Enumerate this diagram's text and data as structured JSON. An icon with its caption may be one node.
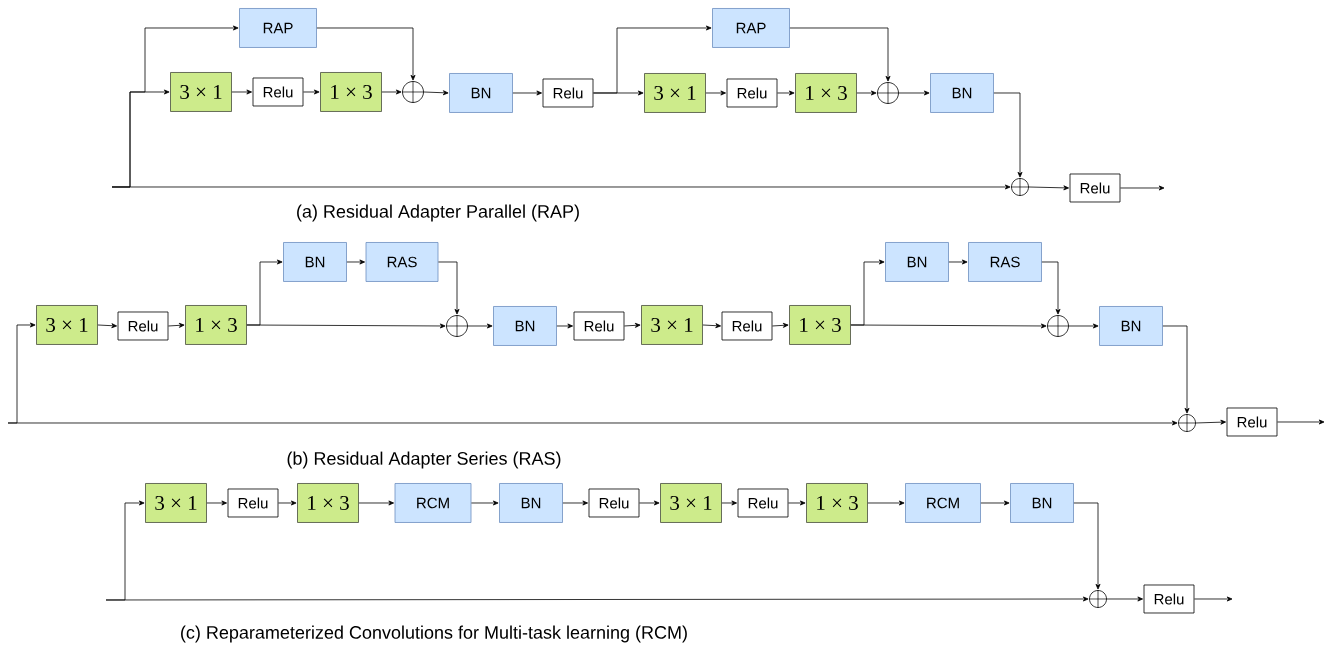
{
  "diagram": {
    "nodes": [
      {
        "text": [
          "RAP"
        ]
      },
      {
        "text": [
          "3 × 1"
        ]
      },
      {
        "text": [
          "Relu"
        ]
      },
      {
        "text": [
          "1 × 3"
        ]
      },
      {
        "text": [],
        "shape": "circle"
      },
      {
        "text": [
          "BN"
        ]
      },
      {
        "text": [
          "Relu"
        ]
      },
      {
        "text": [
          "RAP"
        ]
      },
      {
        "text": [
          "3 × 1"
        ]
      },
      {
        "text": [
          "Relu"
        ]
      },
      {
        "text": [
          "1 × 3"
        ]
      },
      {
        "text": [],
        "shape": "circle"
      },
      {
        "text": [
          "BN"
        ]
      },
      {
        "text": [],
        "shape": "circle"
      },
      {
        "text": [
          "Relu"
        ]
      },
      {
        "text": [
          "3 × 1"
        ]
      },
      {
        "text": [
          "Relu"
        ]
      },
      {
        "text": [
          "1 × 3"
        ]
      },
      {
        "text": [
          "BN"
        ]
      },
      {
        "text": [
          "RAS"
        ]
      },
      {
        "text": [],
        "shape": "circle"
      },
      {
        "text": [
          "BN"
        ]
      },
      {
        "text": [
          "Relu"
        ]
      },
      {
        "text": [
          "3 × 1"
        ]
      },
      {
        "text": [
          "Relu"
        ]
      },
      {
        "text": [
          "1 × 3"
        ]
      },
      {
        "text": [
          "BN"
        ]
      },
      {
        "text": [
          "RAS"
        ]
      },
      {
        "text": [],
        "shape": "circle"
      },
      {
        "text": [
          "BN"
        ]
      },
      {
        "text": [],
        "shape": "circle"
      },
      {
        "text": [
          "Relu"
        ]
      },
      {
        "text": [
          "3 × 1"
        ]
      },
      {
        "text": [
          "Relu"
        ]
      },
      {
        "text": [
          "1 × 3"
        ]
      },
      {
        "text": [
          "RCM"
        ]
      },
      {
        "text": [
          "BN"
        ]
      },
      {
        "text": [
          "Relu"
        ]
      },
      {
        "text": [
          "3 × 1"
        ]
      },
      {
        "text": [
          "Relu"
        ]
      },
      {
        "text": [
          "1 × 3"
        ]
      },
      {
        "text": [
          "RCM"
        ]
      },
      {
        "text": [
          "BN"
        ]
      },
      {
        "text": [],
        "shape": "circle"
      },
      {
        "text": [
          "Relu"
        ]
      }
    ],
    "edges": [
      {
        "from": null,
        "to": 1,
        "arrow": "to"
      },
      {
        "from": null,
        "to": 0,
        "arrow": "to"
      },
      {
        "from": null,
        "to": 13,
        "arrow": "to"
      },
      {
        "from": 1,
        "to": 2,
        "arrow": "to"
      },
      {
        "from": 2,
        "to": 3,
        "arrow": "to"
      },
      {
        "from": 3,
        "to": 4,
        "arrow": "to"
      },
      {
        "from": 0,
        "to": 4,
        "arrow": "to"
      },
      {
        "from": 4,
        "to": 5,
        "arrow": "to"
      },
      {
        "from": 5,
        "to": 6,
        "arrow": "to"
      },
      {
        "from": 6,
        "to": 8,
        "arrow": "to"
      },
      {
        "from": 6,
        "to": 7,
        "arrow": "to"
      },
      {
        "from": 8,
        "to": 9,
        "arrow": "to"
      },
      {
        "from": 9,
        "to": 10,
        "arrow": "to"
      },
      {
        "from": 10,
        "to": 11,
        "arrow": "to"
      },
      {
        "from": 7,
        "to": 11,
        "arrow": "to"
      },
      {
        "from": 11,
        "to": 12,
        "arrow": "to"
      },
      {
        "from": 12,
        "to": 13,
        "arrow": "to"
      },
      {
        "from": 13,
        "to": 14,
        "arrow": "to"
      },
      {
        "from": 14,
        "to": null,
        "arrow": "to"
      },
      {
        "from": null,
        "to": 15,
        "arrow": "to"
      },
      {
        "from": null,
        "to": 30,
        "arrow": "to"
      },
      {
        "from": 15,
        "to": 16,
        "arrow": "to"
      },
      {
        "from": 16,
        "to": 17,
        "arrow": "to"
      },
      {
        "from": 17,
        "to": 18,
        "arrow": "to"
      },
      {
        "from": 17,
        "to": 20,
        "arrow": "to"
      },
      {
        "from": 18,
        "to": 19,
        "arrow": "to"
      },
      {
        "from": 19,
        "to": 20,
        "arrow": "to"
      },
      {
        "from": 20,
        "to": 21,
        "arrow": "to"
      },
      {
        "from": 21,
        "to": 22,
        "arrow": "to"
      },
      {
        "from": 22,
        "to": 23,
        "arrow": "to"
      },
      {
        "from": 23,
        "to": 24,
        "arrow": "to"
      },
      {
        "from": 24,
        "to": 25,
        "arrow": "to"
      },
      {
        "from": 25,
        "to": 26,
        "arrow": "to"
      },
      {
        "from": 25,
        "to": 28,
        "arrow": "to"
      },
      {
        "from": 26,
        "to": 27,
        "arrow": "to"
      },
      {
        "from": 27,
        "to": 28,
        "arrow": "to"
      },
      {
        "from": 28,
        "to": 29,
        "arrow": "to"
      },
      {
        "from": 29,
        "to": 30,
        "arrow": "to"
      },
      {
        "from": 30,
        "to": 31,
        "arrow": "to"
      },
      {
        "from": 31,
        "to": null,
        "arrow": "to"
      },
      {
        "from": null,
        "to": 32,
        "arrow": "to"
      },
      {
        "from": null,
        "to": 43,
        "arrow": "to"
      },
      {
        "from": 32,
        "to": 33,
        "arrow": "to"
      },
      {
        "from": 33,
        "to": 34,
        "arrow": "to"
      },
      {
        "from": 34,
        "to": 35,
        "arrow": "to"
      },
      {
        "from": 35,
        "to": 36,
        "arrow": "to"
      },
      {
        "from": 36,
        "to": 37,
        "arrow": "to"
      },
      {
        "from": 37,
        "to": 38,
        "arrow": "to"
      },
      {
        "from": 38,
        "to": 39,
        "arrow": "to"
      },
      {
        "from": 39,
        "to": 40,
        "arrow": "to"
      },
      {
        "from": 40,
        "to": 41,
        "arrow": "to"
      },
      {
        "from": 41,
        "to": 42,
        "arrow": "to"
      },
      {
        "from": 42,
        "to": 43,
        "arrow": "to"
      },
      {
        "from": 43,
        "to": 44,
        "arrow": "to"
      },
      {
        "from": 44,
        "to": null,
        "arrow": "to"
      }
    ],
    "labels": [
      "(a) Residual Adapter Parallel (RAP)",
      "(b) Residual Adapter Series (RAS)",
      "(c) Reparameterized Convolutions for Multi-task learning (RCM)"
    ]
  }
}
